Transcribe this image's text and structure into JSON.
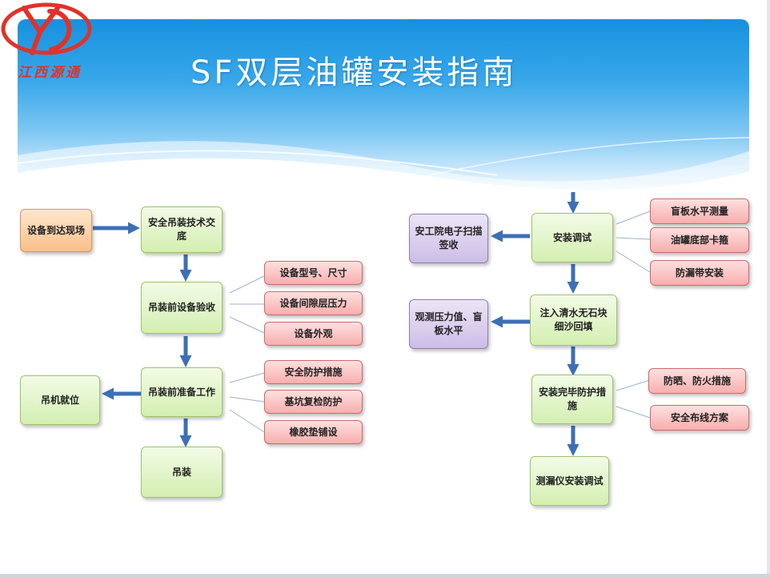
{
  "logo": {
    "text": "江西源通",
    "color": "#e0322a"
  },
  "title": "SF双层油罐安装指南",
  "colors": {
    "header_blue": "#1691df",
    "arrow_blue": "#3d6fb6",
    "green_box": "#d3efb1",
    "orange_box": "#f8c089",
    "purple_box": "#cdbde6",
    "red_box": "#f7aeae"
  },
  "left_flow": {
    "arrival": "设备到达现场",
    "safety_brief": "安全吊装技术交底",
    "pre_inspect": "吊装前设备验收",
    "pre_prepare": "吊装前准备工作",
    "crane_position": "吊机就位",
    "lifting": "吊装",
    "inspect_items": [
      "设备型号、尺寸",
      "设备间隙层压力",
      "设备外观"
    ],
    "prepare_items": [
      "安全防护措施",
      "基坑复检防护",
      "橡胶垫铺设"
    ]
  },
  "right_flow": {
    "install_debug": "安装调试",
    "inspection_sign": "安工院电子扫描签收",
    "fill_sand": "注入清水无石块细沙回填",
    "observe": "观测压力值、盲板水平",
    "protect": "安装完毕防护措施",
    "leak_detector": "测漏仪安装调试",
    "debug_items": [
      "盲板水平测量",
      "油罐底部卡箍",
      "防漏带安装"
    ],
    "protect_items": [
      "防晒、防火措施",
      "安全布线方案"
    ]
  }
}
